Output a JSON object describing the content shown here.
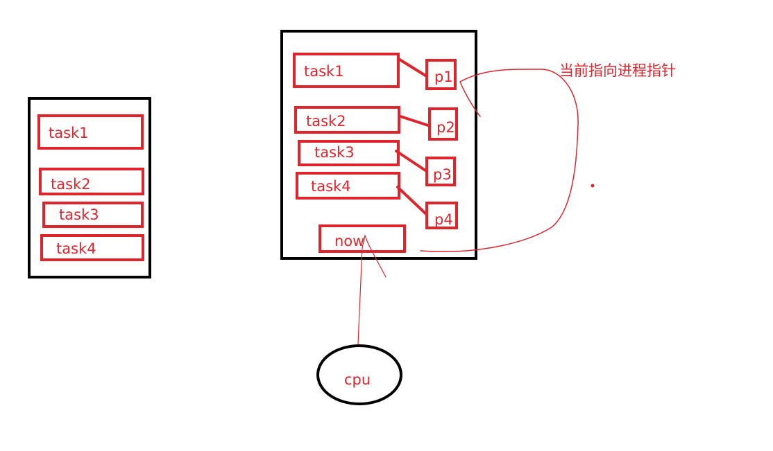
{
  "left_group": {
    "tasks": [
      "task1",
      "task2",
      "task3",
      "task4"
    ]
  },
  "right_group": {
    "tasks": [
      "task1",
      "task2",
      "task3",
      "task4"
    ],
    "pointers": [
      "p1",
      "p2",
      "p3",
      "p4"
    ],
    "now_label": "now"
  },
  "cpu_label": "cpu",
  "annotation": "当前指向进程指针",
  "colors": {
    "stroke_red": "#e0242c",
    "frame_black": "#000000"
  }
}
